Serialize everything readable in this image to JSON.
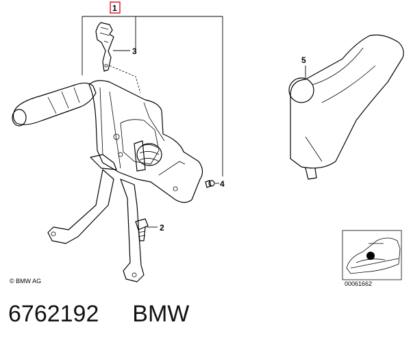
{
  "callouts": {
    "c1": "1",
    "c2": "2",
    "c3": "3",
    "c4": "4",
    "c5": "5"
  },
  "copyright": "© BMW AG",
  "diagram_code": "00061662",
  "caption": {
    "part_number": "6762192",
    "brand": "BMW"
  },
  "colors": {
    "callout_box": "#d9202b",
    "ink": "#000000",
    "boot_shade": "#d8d8d8",
    "grip_shade": "#9a9a9a"
  }
}
